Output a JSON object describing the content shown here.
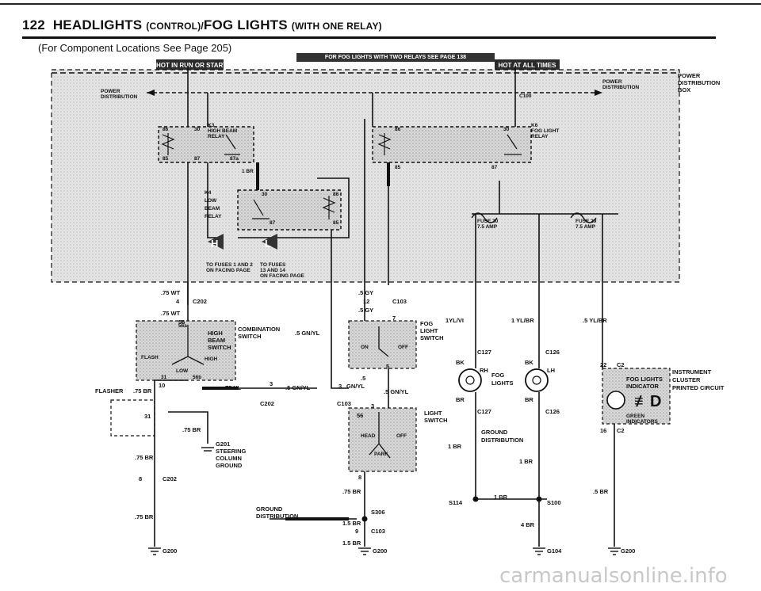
{
  "header": {
    "page_number": "122",
    "title_main": "HEADLIGHTS",
    "title_sub1": "(CONTROL)/",
    "title_main2": "FOG LIGHTS",
    "title_sub2": "(WITH ONE RELAY)",
    "subtitle": "(For Component Locations See Page 205)"
  },
  "bars": {
    "run_start": "HOT IN RUN OR START",
    "fog_note": "FOR FOG LIGHTS WITH TWO RELAYS SEE PAGE 138",
    "all_times": "HOT AT ALL TIMES"
  },
  "labels": {
    "power_dist_left_1": "POWER",
    "power_dist_left_2": "DISTRIBUTION",
    "power_dist_right_1": "POWER",
    "power_dist_right_2": "DISTRIBUTION",
    "pdbox_1": "POWER",
    "pdbox_2": "DISTRIBUTION",
    "pdbox_3": "BOX",
    "c100": "C100",
    "k3_1": "K3",
    "k3_2": "HIGH BEAM",
    "k3_3": "RELAY",
    "k4_1": "K4",
    "k4_2": "LOW",
    "k4_3": "BEAM",
    "k4_4": "RELAY",
    "k6_1": "K6",
    "k6_2": "FOG LIGHT",
    "k6_3": "RELAY",
    "pin86a": "86",
    "pin30a": "30",
    "pin85a": "85",
    "pin87a": "87",
    "pin87aa": "87a",
    "pin1br": "1 BR",
    "pin30b": "30",
    "pin86b": "86",
    "pin87b": "87",
    "pin85b": "85",
    "pin86c": "86",
    "pin30c": "30",
    "pin85c": "85",
    "pin87c": "87",
    "fuse30_1": "FUSE 30",
    "fuse30_2": "7.5 AMP",
    "fuse29_1": "FUSE 29",
    "fuse29_2": "7.5 AMP",
    "h_letter": "H",
    "l_letter": "L",
    "to_fuses_1": "TO FUSES 1 AND 2",
    "to_fuses_2": "ON FACING PAGE",
    "to_fuses_3": "TO FUSES",
    "to_fuses_4": "13 AND 14",
    "to_fuses_5": "ON FACING PAGE",
    "w75wt_1": ".75 WT",
    "c202_a_num": "4",
    "c202_a": "C202",
    "w75wt_2": ".75 WT",
    "pin56": "56",
    "pin56a": "56a",
    "comb_1": "COMBINATION",
    "comb_2": "SWITCH",
    "hbs_1": "HIGH",
    "hbs_2": "BEAM",
    "hbs_3": "SWITCH",
    "flash": "FLASH",
    "high": "HIGH",
    "low": "LOW",
    "pin31": "31",
    "pin56b": "56b",
    "pin10": "10",
    "flasher": "FLASHER",
    "w75br_a": ".75 BR",
    "w75yl": ".75 YL",
    "pin3a": "3",
    "w5gnyl_a": ".5 GN/YL",
    "c202_b": "C202",
    "w5gnyl_b": ".5 GN/YL",
    "pin31b": "31",
    "w75br_b": ".75 BR",
    "g201_1": "G201",
    "g201_2": "STEERING",
    "g201_3": "COLUMN",
    "g201_4": "GROUND",
    "w75br_c": ".75 BR",
    "c202_c_num": "8",
    "c202_c": "C202",
    "w75br_d": ".75 BR",
    "g200_a": "G200",
    "w5gy_a": ".5 GY",
    "c103_a_num": "12",
    "c103_a": "C103",
    "w5gy_b": ".5 GY",
    "pin7": "7",
    "fogsw_1": "FOG",
    "fogsw_2": "LIGHT",
    "fogsw_3": "SWITCH",
    "on": "ON",
    "off": "OFF",
    "pin5": "5",
    "w5_c": ".5",
    "pin3b": "3",
    "w5gnyl_c": "GN/YL",
    "c103_b": "C103",
    "w5gnyl_d": ".5 GN/YL",
    "pin3c": "3",
    "lightsw_1": "LIGHT",
    "lightsw_2": "SWITCH",
    "pin56c": "56",
    "head": "HEAD",
    "off2": "OFF",
    "park": "PARK",
    "pin8": "8",
    "w75br_e": ".75 BR",
    "gd_1": "GROUND",
    "gd_2": "DISTRIBUTION",
    "s306": "S306",
    "w15br_a": "1.5 BR",
    "c103_c_num": "9",
    "c103_c": "C103",
    "w15br_b": "1.5 BR",
    "g200_b": "G200",
    "w1ylvi": "1YL/VI",
    "w1ylbr": "1 YL/BR",
    "w5ylbr": ".5 YL/BR",
    "c127_a": "C127",
    "c126_a": "C126",
    "bk_a": "BK",
    "rh": "RH",
    "fog_1": "FOG",
    "fog_2": "LIGHTS",
    "bk_b": "BK",
    "lh": "LH",
    "br_a": "BR",
    "br_b": "BR",
    "c127_b": "C127",
    "c126_b": "C126",
    "w1br_a": "1 BR",
    "gd_3": "GROUND",
    "gd_4": "DISTRIBUTION",
    "w1br_b": "1 BR",
    "w1br_c": "1 BR",
    "s114": "S114",
    "s100": "S100",
    "w4br": "4 BR",
    "g104": "G104",
    "c2_num": "22",
    "c2_a": "C2",
    "fl_ind_1": "FOG LIGHTS",
    "fl_ind_2": "INDICATOR",
    "green_1": "GREEN",
    "green_2": "INDICATORS",
    "c2_num_b": "16",
    "c2_b": "C2",
    "ipc_1": "INSTRUMENT",
    "ipc_2": "CLUSTER",
    "ipc_3": "PRINTED CIRCUIT",
    "w5br": ".5 BR",
    "g200_c": "G200"
  },
  "watermark": "carmanualsonline.info"
}
